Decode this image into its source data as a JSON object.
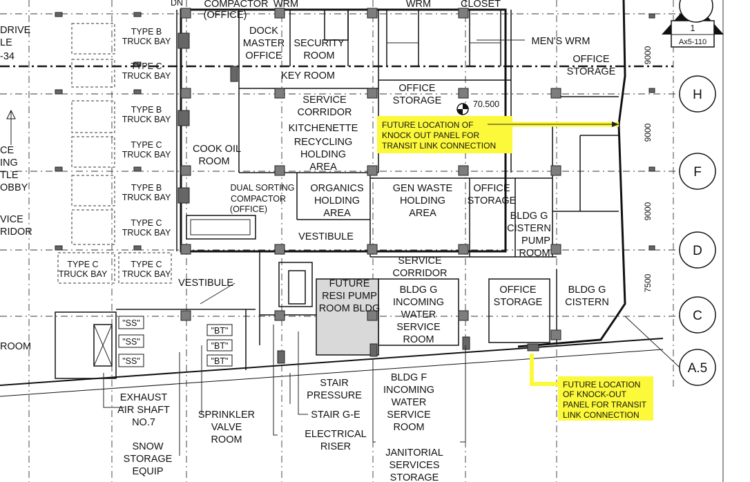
{
  "labels": {
    "compactor_office_top": "COMPACTOR",
    "compactor_office_top2": "(OFFICE)",
    "wrm_top": "WRM",
    "wrm_top2": "WRM",
    "closet_top": "CLOSET",
    "dn": "DN",
    "type_b_1a": "TYPE B",
    "type_b_1b": "TRUCK BAY",
    "type_c_1a": "TYPE C",
    "type_c_1b": "TRUCK BAY",
    "type_b_2a": "TYPE B",
    "type_b_2b": "TRUCK BAY",
    "type_c_2a": "TYPE C",
    "type_c_2b": "TRUCK BAY",
    "type_b_3a": "TYPE B",
    "type_b_3b": "TRUCK BAY",
    "type_c_3a": "TYPE C",
    "type_c_3b": "TRUCK BAY",
    "type_c_4a": "TYPE C",
    "type_c_4b": "TRUCK BAY",
    "type_c_5a": "TYPE C",
    "type_c_5b": "TRUCK BAY",
    "dock_master_1": "DOCK",
    "dock_master_2": "MASTER",
    "dock_master_3": "OFFICE",
    "security_1": "SECURITY",
    "security_2": "ROOM",
    "key_room": "KEY ROOM",
    "mens_wrm": "MEN'S WRM",
    "office_storage_tr1": "OFFICE",
    "office_storage_tr2": "STORAGE",
    "office_storage_mid1": "OFFICE",
    "office_storage_mid2": "STORAGE",
    "elev": "70.500",
    "service_corridor_top1": "SERVICE",
    "service_corridor_top2": "CORRIDOR",
    "kitchenette": "KITCHENETTE",
    "recycling_1": "RECYCLING",
    "recycling_2": "HOLDING",
    "recycling_3": "AREA",
    "cook_oil_1": "COOK OIL",
    "cook_oil_2": "ROOM",
    "dual_sorting_1": "DUAL SORTING",
    "dual_sorting_2": "COMPACTOR",
    "dual_sorting_3": "(OFFICE)",
    "organics_1": "ORGANICS",
    "organics_2": "HOLDING",
    "organics_3": "AREA",
    "gen_waste_1": "GEN WASTE",
    "gen_waste_2": "HOLDING",
    "gen_waste_3": "AREA",
    "office_storage_c1": "OFFICE",
    "office_storage_c2": "STORAGE",
    "bldg_g_cistern_pump_1": "BLDG G",
    "bldg_g_cistern_pump_2": "CISTERN",
    "bldg_g_cistern_pump_3": "PUMP",
    "bldg_g_cistern_pump_4": "ROOM",
    "vestibule_1": "VESTIBULE",
    "vestibule_2": "VESTIBULE",
    "service_corridor_2a": "SERVICE",
    "service_corridor_2b": "CORRIDOR",
    "future_resi_1": "FUTURE",
    "future_resi_2": "RESI PUMP",
    "future_resi_3": "ROOM BLDG",
    "bldg_g_incoming_1": "BLDG G",
    "bldg_g_incoming_2": "INCOMING",
    "bldg_g_incoming_3": "WATER",
    "bldg_g_incoming_4": "SERVICE",
    "bldg_g_incoming_5": "ROOM",
    "office_storage_b1": "OFFICE",
    "office_storage_b2": "STORAGE",
    "bldg_g_cistern_1": "BLDG G",
    "bldg_g_cistern_2": "CISTERN",
    "ss1": "\"SS\"",
    "ss2": "\"SS\"",
    "ss3": "\"SS\"",
    "bt1": "\"BT\"",
    "bt2": "\"BT\"",
    "bt3": "\"BT\"",
    "exhaust_1": "EXHAUST",
    "exhaust_2": "AIR SHAFT",
    "exhaust_3": "NO.7",
    "snow_1": "SNOW",
    "snow_2": "STORAGE",
    "snow_3": "EQUIP",
    "sprinkler_1": "SPRINKLER",
    "sprinkler_2": "VALVE",
    "sprinkler_3": "ROOM",
    "stair_pressure_1": "STAIR",
    "stair_pressure_2": "PRESSURE",
    "stair_ge": "STAIR G-E",
    "electrical_1": "ELECTRICAL",
    "electrical_2": "RISER",
    "bldg_f_1": "BLDG F",
    "bldg_f_2": "INCOMING",
    "bldg_f_3": "WATER",
    "bldg_f_4": "SERVICE",
    "bldg_f_5": "ROOM",
    "janitorial_1": "JANITORIAL",
    "janitorial_2": "SERVICES",
    "janitorial_3": "STORAGE",
    "left_drive": "DRIVE",
    "left_le": "LE",
    "left_34": "-34",
    "left_ce": "CE",
    "left_ing": "ING",
    "left_tle": "TLE",
    "left_obby": "OBBY",
    "left_vice": "VICE",
    "left_ridor": "RIDOR",
    "left_room": "ROOM"
  },
  "highlight_notes": {
    "note_1": [
      "FUTURE LOCATION OF",
      "KNOCK OUT PANEL FOR",
      "TRANSIT LINK CONNECTION"
    ],
    "note_2": [
      "FUTURE LOCATION",
      "OF KNOCK-OUT",
      "PANEL FOR TRANSIT",
      "LINK CONNECTION"
    ]
  },
  "grid_bubbles": {
    "h": "H",
    "f": "F",
    "d": "D",
    "c": "C",
    "a5": "A.5",
    "section_num": "1",
    "section_ref": "Ax5-110"
  },
  "dimensions": {
    "d1": "9000",
    "d2": "9000",
    "d3": "9000",
    "d4": "7500"
  },
  "colors": {
    "highlight": "#fcf83a",
    "shaded_room": "#d9d9d9",
    "column": "#7d7d7d"
  }
}
